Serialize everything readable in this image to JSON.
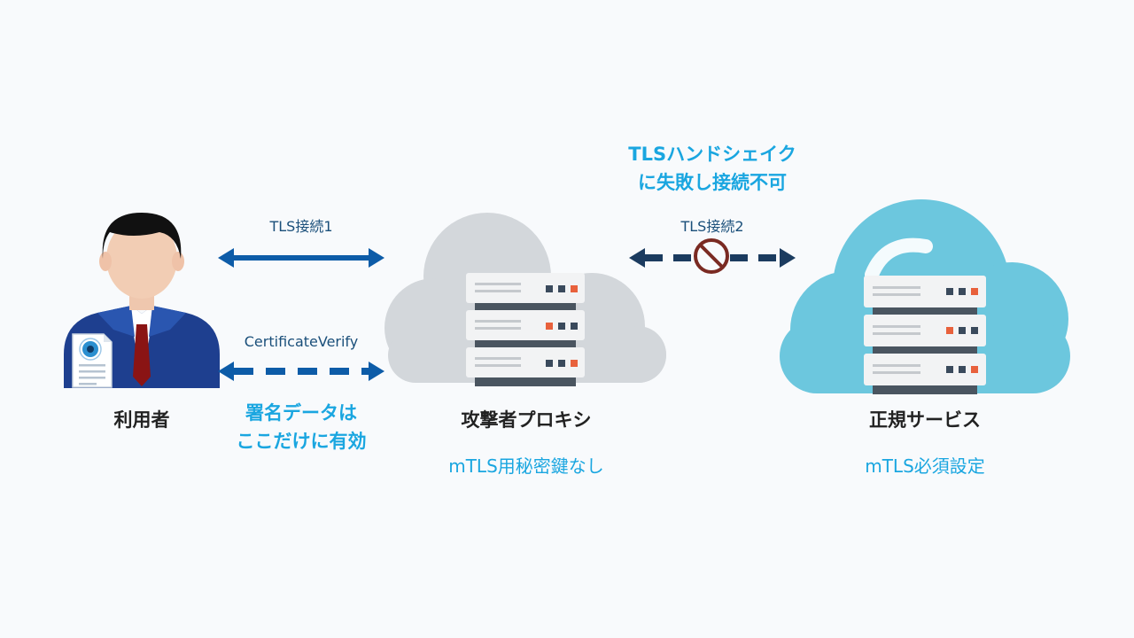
{
  "labels": {
    "user": "利用者",
    "proxy": "攻撃者プロキシ",
    "service": "正規サービス",
    "tls1": "TLS接続1",
    "tls2": "TLS接続2",
    "cert_verify": "CertificateVerify",
    "signature_line1": "署名データは",
    "signature_line2": "ここだけに有効",
    "handshake_line1": "TLSハンドシェイク",
    "handshake_line2": "に失敗し接続不可",
    "proxy_note": "mTLS用秘密鍵なし",
    "service_note": "mTLS必須設定"
  },
  "colors": {
    "arrow_blue": "#0d5ca8",
    "arrow_navy": "#1b3b5f",
    "accent_cyan": "#1aa6e0",
    "proxy_cloud": "#d3d7db",
    "service_cloud": "#6cc7de",
    "prohibit": "#7a2a22"
  },
  "icons": {
    "user": "businessman-with-certificate-icon",
    "proxy": "gray-cloud-server-icon",
    "service": "blue-cloud-server-icon",
    "blocked": "prohibition-icon"
  }
}
